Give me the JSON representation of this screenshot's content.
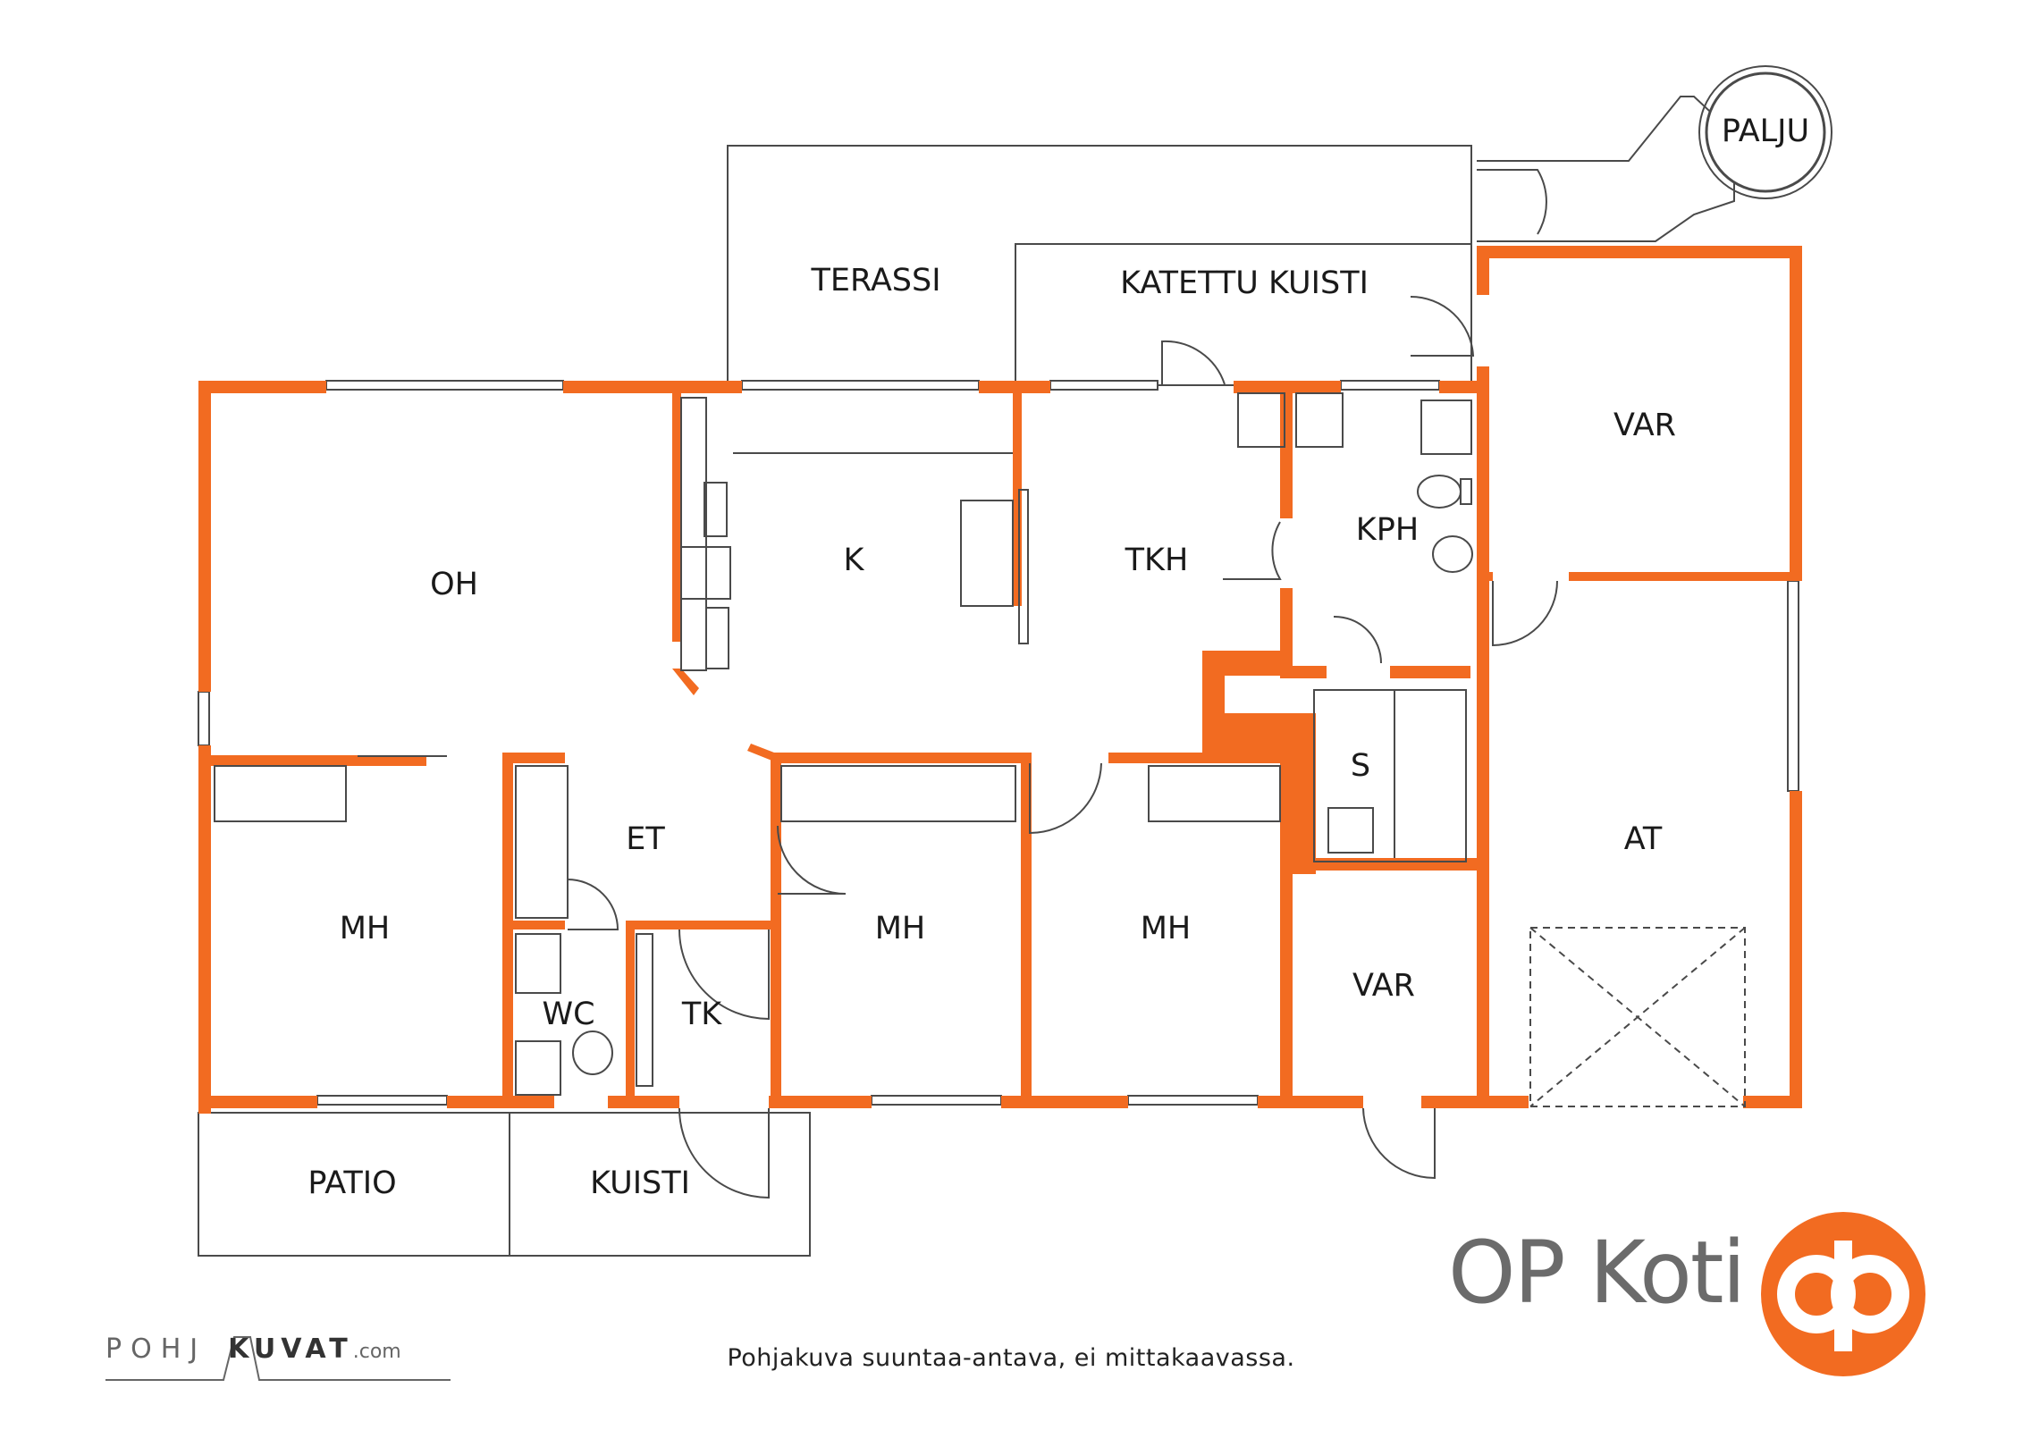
{
  "rooms": {
    "palju": "PALJU",
    "terassi": "TERASSI",
    "katettu_kuisti": "KATETTU KUISTI",
    "var_top": "VAR",
    "oh": "OH",
    "k": "K",
    "tkh": "TKH",
    "kph": "KPH",
    "s": "S",
    "at": "AT",
    "et": "ET",
    "mh_left": "MH",
    "mh_center": "MH",
    "mh_right": "MH",
    "var_bottom": "VAR",
    "wc": "WC",
    "tk": "TK",
    "patio": "PATIO",
    "kuisti": "KUISTI"
  },
  "caption": "Pohjakuva suuntaa-antava, ei mittakaavassa.",
  "brand": {
    "name": "OP Koti",
    "logo_color": "#F26B21",
    "logo_icon": "op-logo-icon"
  },
  "pohjakuvat": {
    "part1": "POHJ",
    "part2": "KUVAT",
    "part3": ".com"
  },
  "colors": {
    "wall": "#F26B21",
    "line": "#4a4a4a"
  }
}
